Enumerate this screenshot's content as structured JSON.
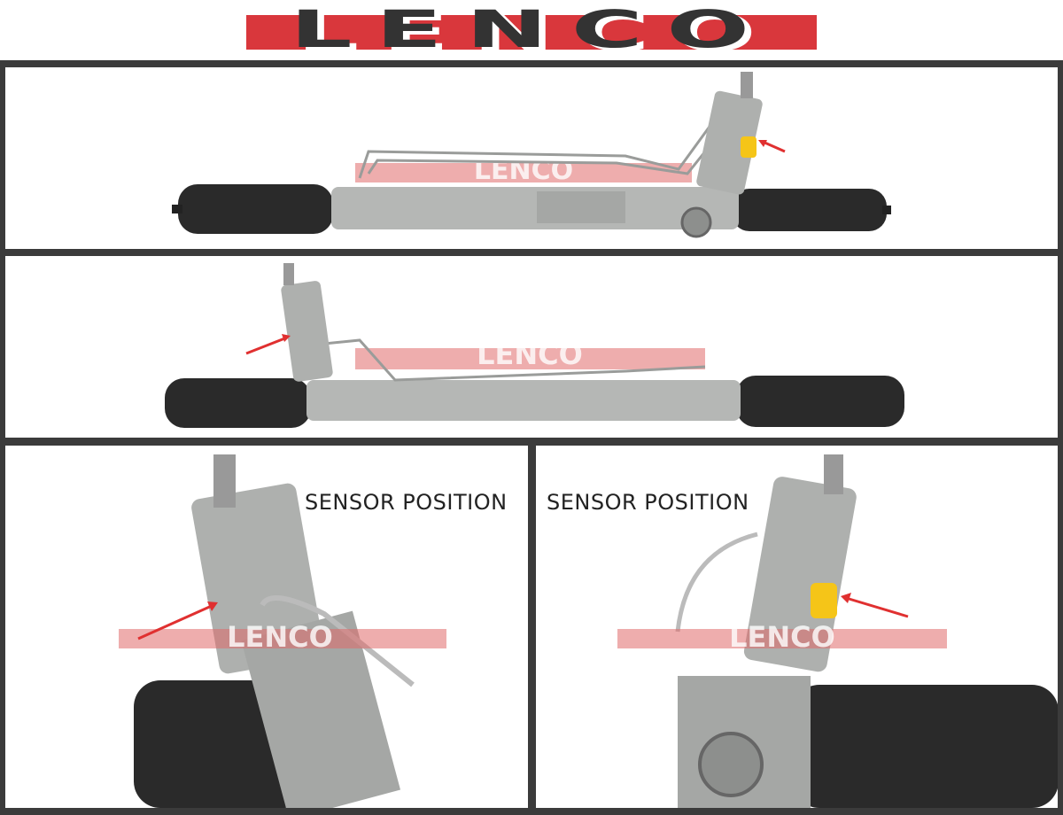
{
  "brand": {
    "logo_text": "LENCO",
    "logo_color": "#d9373c",
    "text_color": "#333333"
  },
  "watermark": "LENCO",
  "panels": [
    {
      "view": "full-rack-top",
      "arrow_color": "#e03030"
    },
    {
      "view": "full-rack-front",
      "arrow_color": "#e03030"
    },
    {
      "view": "valve-closeup-left",
      "caption": "SENSOR POSITION"
    },
    {
      "view": "valve-closeup-right",
      "caption": "SENSOR POSITION"
    }
  ],
  "colors": {
    "frame": "#3b3b3b",
    "sensor": "#f5c518",
    "boot": "#2a2a2a",
    "housing": "#a8aaa8"
  }
}
